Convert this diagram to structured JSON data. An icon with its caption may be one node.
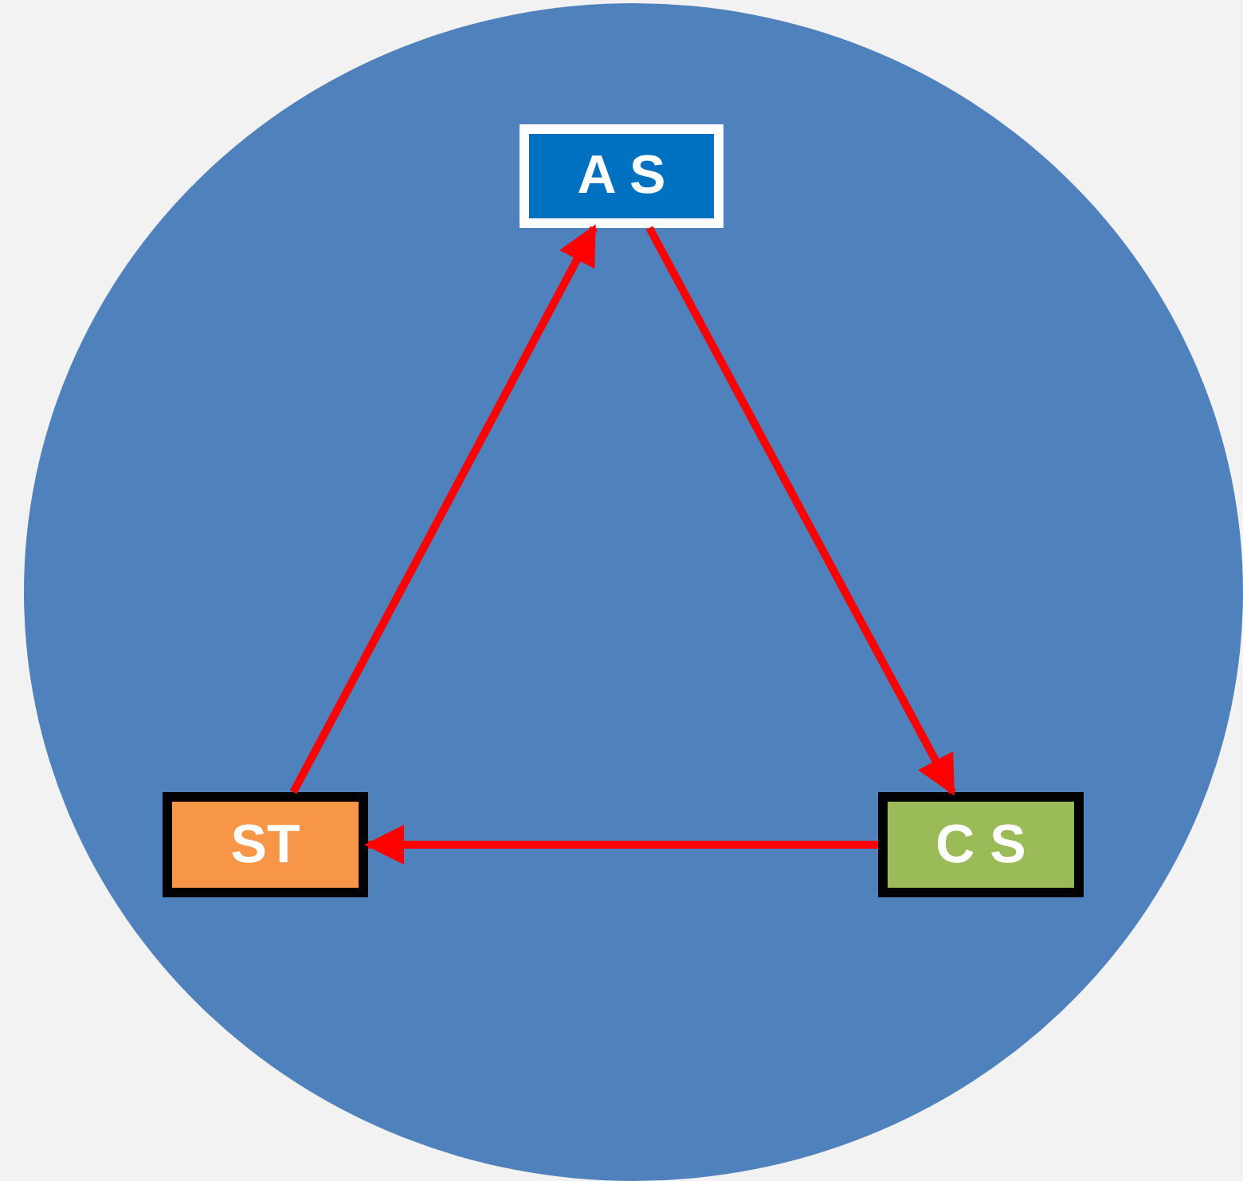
{
  "diagram": {
    "nodes": [
      {
        "text": [],
        "shape": "circle"
      },
      {
        "text": [
          "A S"
        ],
        "in": 0
      },
      {
        "text": [
          "ST"
        ],
        "in": 0
      },
      {
        "text": [
          "C S"
        ],
        "in": 0
      }
    ],
    "edges": [
      {
        "from": 1,
        "to": 3,
        "arrow": "to"
      },
      {
        "from": 3,
        "to": 2,
        "arrow": "to"
      },
      {
        "from": 2,
        "to": 1,
        "arrow": "to"
      }
    ]
  }
}
